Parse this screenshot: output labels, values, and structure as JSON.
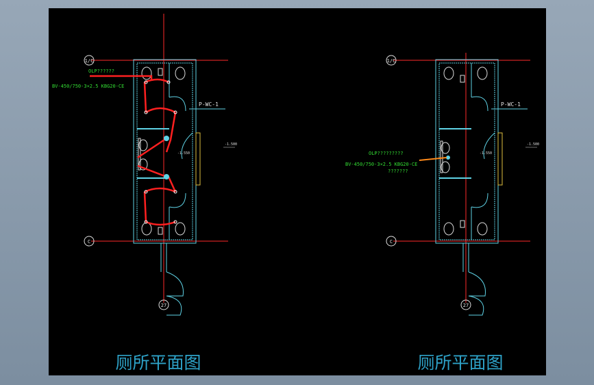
{
  "colors": {
    "background": "#000000",
    "frame": "#8a9bac",
    "axis": "#ff2a2a",
    "wall": "#5fd3e6",
    "fixture": "#dcdcdc",
    "wiring": "#ff2020",
    "label": "#33dd33",
    "title": "#2ea3c9",
    "marker": "#e0e0e0",
    "orange": "#ff8a1a"
  },
  "plans": [
    {
      "title": "厕所平面图",
      "panel_label": "P-WC-1",
      "axis_top": "1/C",
      "axis_bottom": "C",
      "axis_column": "27",
      "elev_left": "-1.550",
      "elev_right": "-1.500",
      "cable_label_1": "OLP??????",
      "cable_label_2": "BV-450/750-3×2.5 KBG20-CE"
    },
    {
      "title": "厕所平面图",
      "panel_label": "P-WC-1",
      "axis_top": "1/C",
      "axis_bottom": "C",
      "axis_column": "27",
      "elev_left": "-1.550",
      "elev_right": "-1.500",
      "cable_label_1": "OLP?????????",
      "cable_label_2": "BV-450/750-3×2.5 KBG20-CE",
      "cable_label_3": "???????"
    }
  ]
}
